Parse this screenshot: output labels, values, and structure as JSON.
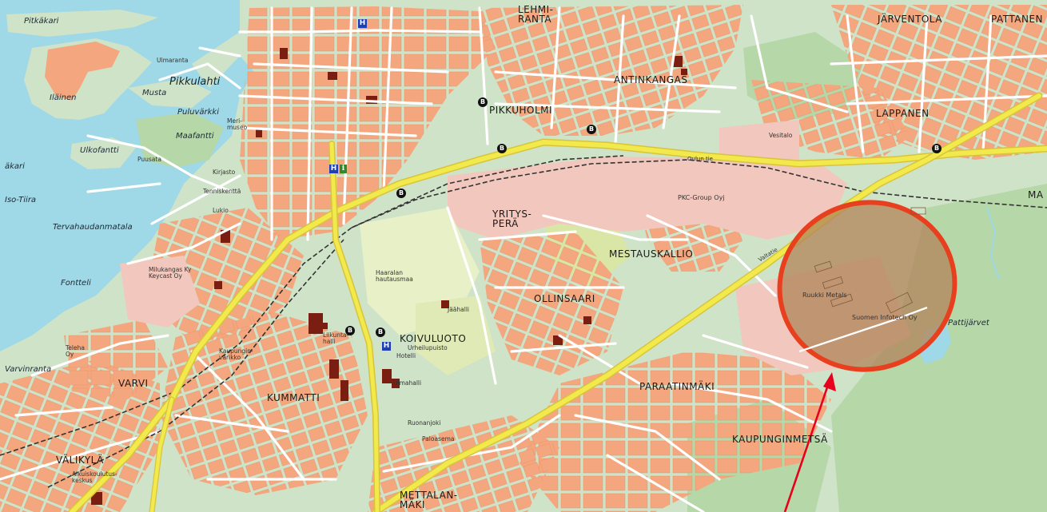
{
  "labels": {
    "lehmiranta": "LEHMI-\nRANTA",
    "jarventola": "JÄRVENTOLA",
    "pattanen": "PATTANEN",
    "antinkangas": "ANTINKANGAS",
    "pikkuholmi": "PIKKUHOLMI",
    "lappanen": "LAPPANEN",
    "yritysperä": "YRITYS-\nPERÄ",
    "mestauskallio": "MESTAUSKALLIO",
    "ollinsaari": "OLLINSAARI",
    "koivuluoto": "KOIVULUOTO",
    "kummatti": "KUMMATTI",
    "varvi": "VARVI",
    "valikyla": "VÄLIKYLÄ",
    "paraatinmaki": "PARAATINMÄKI",
    "kaupunginmetsa": "KAUPUNGINMETSÄ",
    "mettalanmaki": "METTALAN-\nMÄKI",
    "ma": "MA",
    "pikkulahti": "Pikkulahti",
    "pitkakari": "Pitkäkari",
    "ilainen": "Iläinen",
    "musta": "Musta",
    "maafantti": "Maafantti",
    "puluvarkki": "Puluvärkki",
    "ulkofantti": "Ulkofantti",
    "akari": "äkari",
    "isotiira": "Iso-Tiira",
    "tervahaudanmatala": "Tervahaudanmatala",
    "fontteli": "Fontteli",
    "varvinranta": "Varvinranta",
    "pattijarvet": "Pattijärvet",
    "ruukki": "Ruukki Metals",
    "suomen": "Suomen Infotech Oy",
    "pkc": "PKC-Group Oyj",
    "oulunfie": "Oulun tie",
    "valtatie": "Valtatie",
    "uimahalli": "Uimahalli",
    "jaahalli": "Jäähalli",
    "hotelli": "Hotelli",
    "urheilupuisto": "Urheilupuisto",
    "haarala": "Haaralan hautausmaa",
    "tenniskentta": "Tenniskenttä",
    "lukio": "Lukio",
    "kirjasto": "Kirjasto",
    "milukangas": "Milukangas Ky\nKeycast Oy",
    "aikuiskoulutus": "Aikuiskoulutus-\nkeskus",
    "kaupunginvarikko": "Kaupungin-\nvarikko",
    "liikuntahalli": "Liikunta-\nhalli",
    "merimuseo": "Meri-\nmuseo",
    "puusata": "Puusata",
    "ulmaranta": "Ulmaranta",
    "ruonanjoki": "Ruonanjoki",
    "paloasema": "Paloasema",
    "vesitalo": "Vesitalo",
    "teleha": "Teleha\nOy"
  },
  "markers": {
    "bus": "B",
    "hospital": "H",
    "info": "i"
  },
  "colors": {
    "water": "#9fd8e6",
    "land": "#cfe3c8",
    "forest": "#b6d7a8",
    "residential": "#f4a77e",
    "industrial": "#f2c7bd",
    "building": "#7a1e12",
    "highway": "#f2e94d",
    "road": "#ffffff",
    "rail": "#333333",
    "highlight_fill": "#b2875c",
    "highlight_stroke": "#e8401e",
    "arrow": "#e8001c"
  }
}
